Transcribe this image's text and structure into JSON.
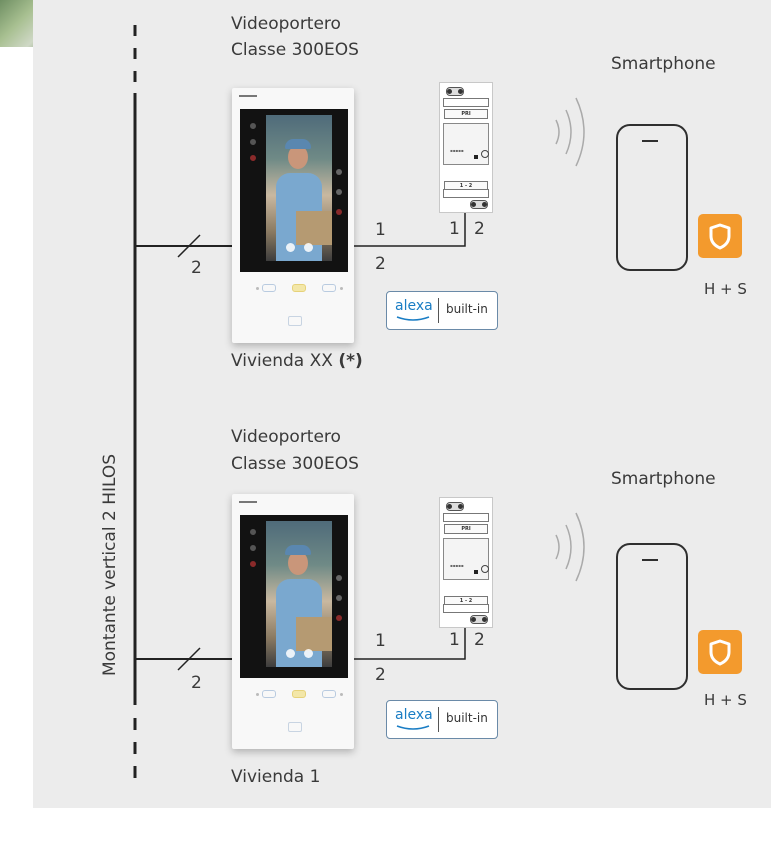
{
  "units": [
    {
      "title_line1": "Videoportero",
      "title_line2": "Classe 300EOS",
      "dwelling": "Vivienda XX ",
      "dwelling_note": "(*)",
      "phone_label": "Smartphone",
      "app_label": "H + S",
      "wire_left": "2",
      "wire_top": "1",
      "wire_bottom": "2",
      "module_term_1": "1",
      "module_term_2": "2",
      "alexa_logo": "alexa",
      "alexa_text": "built-in"
    },
    {
      "title_line1": "Videoportero",
      "title_line2": "Classe 300EOS",
      "dwelling": "Vivienda 1",
      "dwelling_note": "",
      "phone_label": "Smartphone",
      "app_label": "H + S",
      "wire_left": "2",
      "wire_top": "1",
      "wire_bottom": "2",
      "module_term_1": "1",
      "module_term_2": "2",
      "alexa_logo": "alexa",
      "alexa_text": "built-in"
    }
  ],
  "riser_label": "Montante vertical 2 HILOS",
  "module_tab_labels": [
    "PRI",
    "1 - 2"
  ],
  "icons": {
    "app": "shield-icon",
    "wireless": "wifi-waves-icon",
    "video_buttons": [
      "mute-icon",
      "mic-icon"
    ]
  },
  "colors": {
    "background": "#ececec",
    "app_icon": "#f39a2d",
    "alexa_blue": "#1a7dc4",
    "lines": "#222222"
  }
}
